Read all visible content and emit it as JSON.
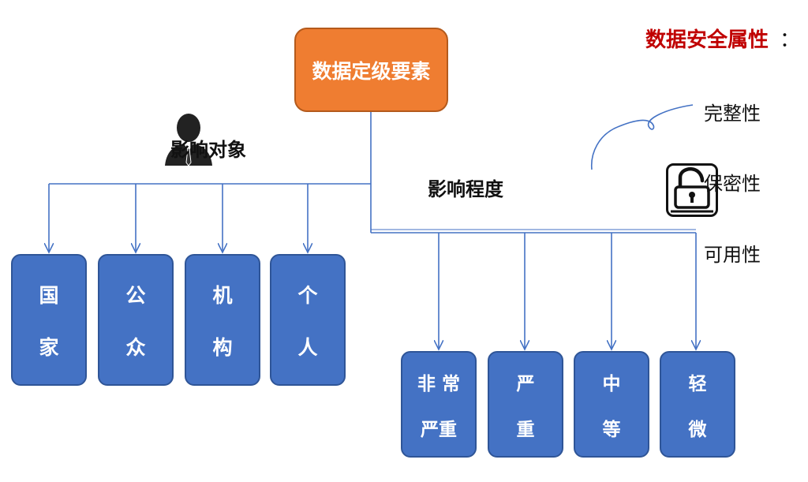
{
  "root": {
    "label": "数据定级要素"
  },
  "impact_object": {
    "label": "影响对象",
    "items": [
      {
        "id": "guojia",
        "line1": "国",
        "line2": "家"
      },
      {
        "id": "gongzhong",
        "line1": "公",
        "line2": "众"
      },
      {
        "id": "jigou",
        "line1": "机",
        "line2": "构"
      },
      {
        "id": "geren",
        "line1": "个",
        "line2": "人"
      }
    ]
  },
  "impact_degree": {
    "label": "影响程度",
    "items": [
      {
        "id": "feichang",
        "line1": "非 常",
        "line2": "严重"
      },
      {
        "id": "yanzhong",
        "line1": "严",
        "line2": "重"
      },
      {
        "id": "zhongdeng",
        "line1": "中",
        "line2": "等"
      },
      {
        "id": "qingwei",
        "line1": "轻",
        "line2": "微"
      }
    ]
  },
  "security_attributes": {
    "title": "数据安全属性",
    "colon": "：",
    "items": [
      "完整性",
      "保密性",
      "可用性"
    ]
  },
  "colors": {
    "root_fill": "#ef7d31",
    "box_fill": "#4472c4",
    "connector": "#4472c4",
    "title_red": "#c00000"
  },
  "icons": [
    "person-icon",
    "lock-icon",
    "scribble-icon"
  ]
}
